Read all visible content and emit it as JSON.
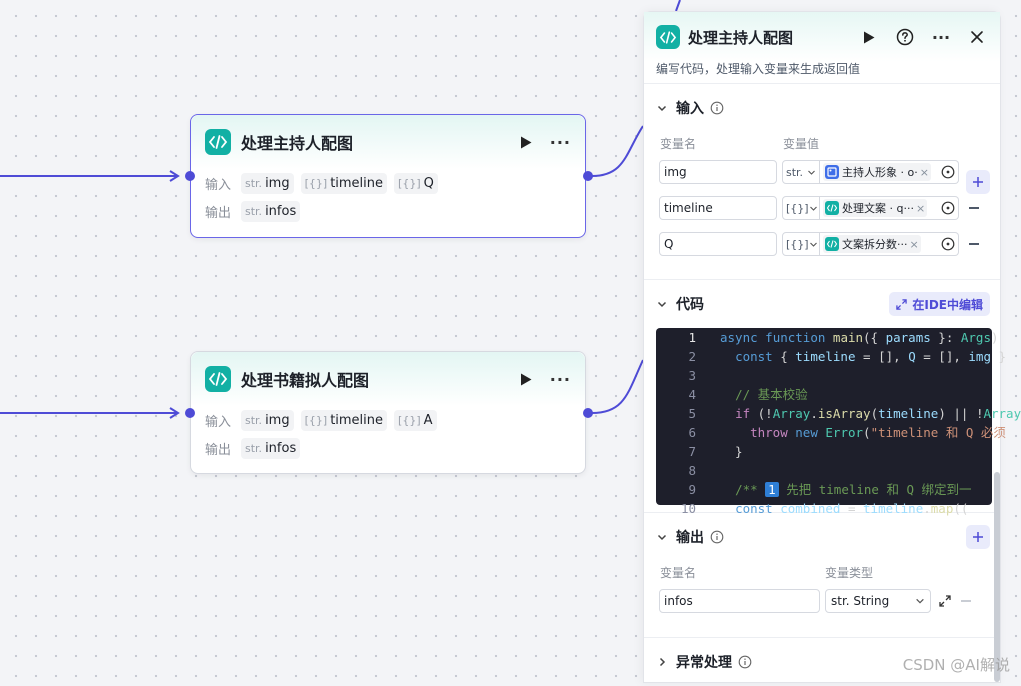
{
  "canvas": {
    "nodes": [
      {
        "title": "处理主持人配图",
        "input_label": "输入",
        "output_label": "输出",
        "inputs": [
          {
            "type": "str.",
            "name": "img"
          },
          {
            "type": "[{}]",
            "name": "timeline"
          },
          {
            "type": "[{}]",
            "name": "Q"
          }
        ],
        "outputs": [
          {
            "type": "str.",
            "name": "infos"
          }
        ]
      },
      {
        "title": "处理书籍拟人配图",
        "input_label": "输入",
        "output_label": "输出",
        "inputs": [
          {
            "type": "str.",
            "name": "img"
          },
          {
            "type": "[{}]",
            "name": "timeline"
          },
          {
            "type": "[{}]",
            "name": "A"
          }
        ],
        "outputs": [
          {
            "type": "str.",
            "name": "infos"
          }
        ]
      }
    ]
  },
  "panel": {
    "title": "处理主持人配图",
    "description": "编写代码，处理输入变量来生成返回值",
    "input_section": {
      "title": "输入",
      "col_name": "变量名",
      "col_value": "变量值",
      "rows": [
        {
          "name": "img",
          "type": "str.",
          "ref": "主持人形象 · o·"
        },
        {
          "name": "timeline",
          "type": "[{}]",
          "ref": "处理文案 · q···"
        },
        {
          "name": "Q",
          "type": "[{}]",
          "ref": "文案拆分数···"
        }
      ]
    },
    "code_section": {
      "title": "代码",
      "ide_button": "在IDE中编辑",
      "line_numbers": [
        "1",
        "2",
        "3",
        "4",
        "5",
        "6",
        "7",
        "8",
        "9",
        "10"
      ]
    },
    "output_section": {
      "title": "输出",
      "col_name": "变量名",
      "col_type": "变量类型",
      "rows": [
        {
          "name": "infos",
          "type": "str. String"
        }
      ]
    },
    "exception_section": {
      "title": "异常处理"
    }
  },
  "watermark": "CSDN @AI解说",
  "colors": {
    "accent": "#4e4bd6",
    "code_icon": "#12b0a4",
    "editor_bg": "#1e1f2b"
  }
}
